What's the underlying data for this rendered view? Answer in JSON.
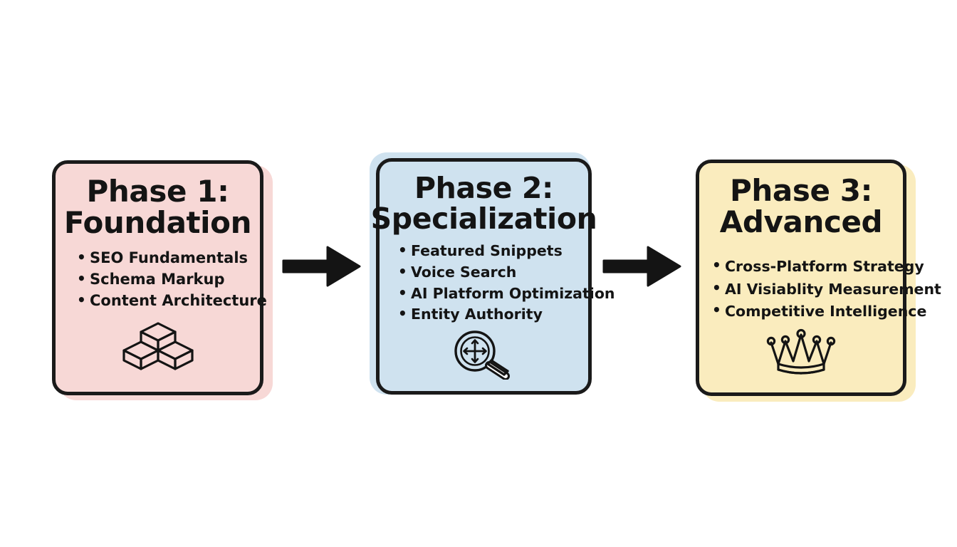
{
  "diagram": {
    "title": "Three-Phase SEO / AI Visibility Roadmap",
    "background_color": "#ffffff",
    "outline_color": "#1a1a1a",
    "cards": [
      {
        "id": "phase-1",
        "title": "Phase 1:\nFoundation",
        "title_line_1": "Phase 1:",
        "title_line_2": "Foundation",
        "fill_color": "#F7D8D6",
        "icon": "stacked-blocks-icon",
        "bullets": [
          "SEO Fundamentals",
          "Schema Markup",
          "Content Architecture"
        ]
      },
      {
        "id": "phase-2",
        "title": "Phase 2:\nSpecialization",
        "title_line_1": "Phase 2:",
        "title_line_2": "Specialization",
        "fill_color": "#CFE2EF",
        "icon": "magnifier-crosshair-icon",
        "bullets": [
          "Featured Snippets",
          "Voice Search",
          "AI Platform Optimization",
          "Entity Authority"
        ]
      },
      {
        "id": "phase-3",
        "title": "Phase 3:\nAdvanced",
        "title_line_1": "Phase 3:",
        "title_line_2": "Advanced",
        "fill_color": "#FAECBE",
        "icon": "crown-icon",
        "bullets": [
          "Cross-Platform Strategy",
          "AI Visiablity Measurement",
          "Competitive Intelligence"
        ]
      }
    ],
    "connectors": [
      {
        "id": "arrow-1",
        "from": "phase-1",
        "to": "phase-2",
        "shape": "right-arrow",
        "color": "#141414"
      },
      {
        "id": "arrow-2",
        "from": "phase-2",
        "to": "phase-3",
        "shape": "right-arrow",
        "color": "#141414"
      }
    ]
  }
}
